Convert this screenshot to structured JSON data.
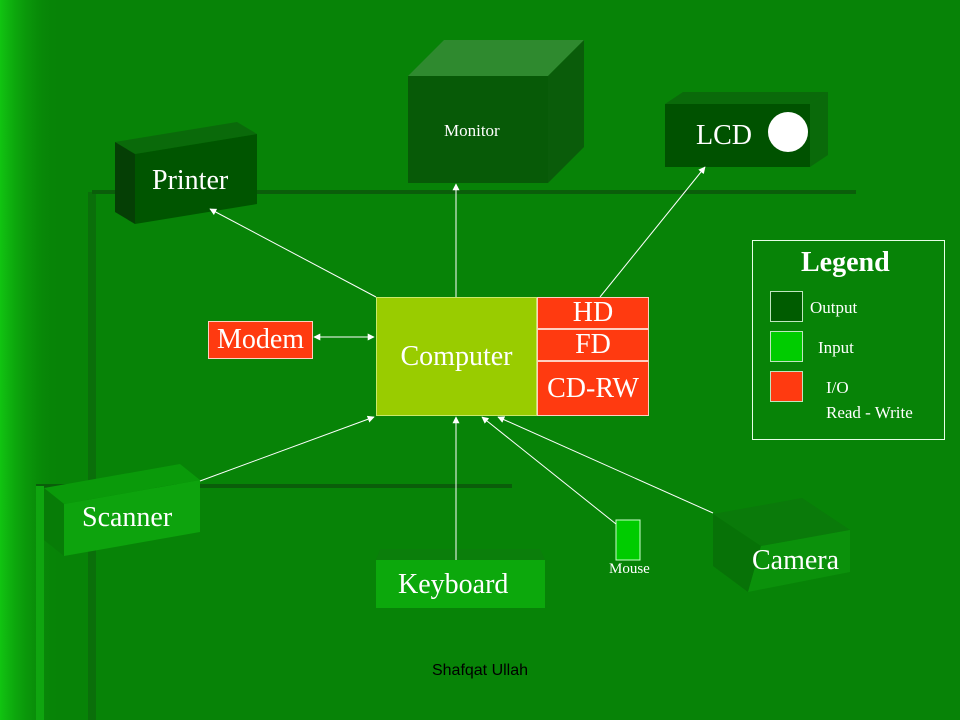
{
  "devices": {
    "monitor": "Monitor",
    "lcd": "LCD",
    "printer": "Printer",
    "modem": "Modem",
    "computer": "Computer",
    "hd": "HD",
    "fd": "FD",
    "cdrw": "CD-RW",
    "scanner": "Scanner",
    "keyboard": "Keyboard",
    "mouse": "Mouse",
    "camera": "Camera"
  },
  "legend": {
    "title": "Legend",
    "items": [
      {
        "label": "Output",
        "color": "#005c00"
      },
      {
        "label": "Input",
        "color": "#00cc00"
      },
      {
        "label": "I/O",
        "sublabel": "Read - Write",
        "color": "#ff3a10"
      }
    ]
  },
  "footer": {
    "credit": "Shafqat Ullah"
  },
  "colors": {
    "background": "#078307",
    "computer": "#99cc00",
    "io": "#ff3a10"
  }
}
